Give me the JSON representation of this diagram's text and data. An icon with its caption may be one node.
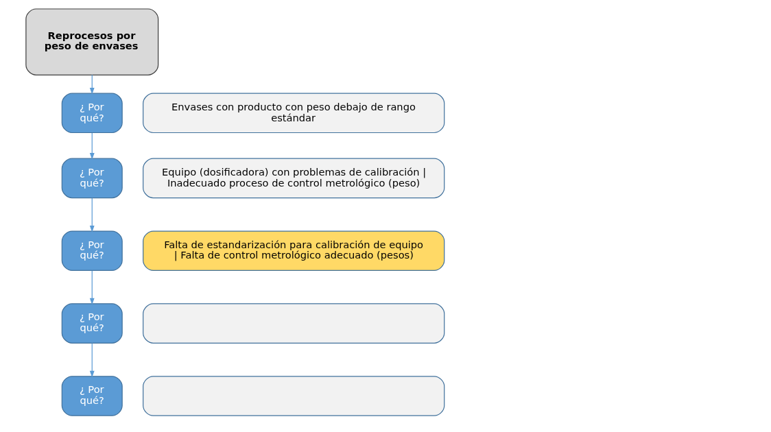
{
  "diagram": {
    "nodes": [
      {
        "text": [
          "Reprocesos por peso de envases"
        ]
      },
      {
        "text": [
          "¿ Por qué?"
        ]
      },
      {
        "text": [
          "Envases con producto con peso debajo de rango estándar"
        ]
      },
      {
        "text": [
          "¿ Por qué?"
        ]
      },
      {
        "text": [
          "Equipo (dosificadora) con problemas de calibración | Inadecuado proceso de control metrológico (peso)"
        ]
      },
      {
        "text": [
          "¿ Por qué?"
        ]
      },
      {
        "text": [
          "Falta de estandarización para calibración de equipo | Falta de control metrológico adecuado (pesos)"
        ]
      },
      {
        "text": [
          "¿ Por qué?"
        ]
      },
      {
        "text": [],
        "shape": "box"
      },
      {
        "text": [
          "¿ Por qué?"
        ]
      },
      {
        "text": [],
        "shape": "box"
      }
    ],
    "edges": [
      {
        "from": 0,
        "to": 1,
        "arrow": "to"
      },
      {
        "from": 1,
        "to": 3,
        "arrow": "to"
      },
      {
        "from": 3,
        "to": 5,
        "arrow": "to"
      },
      {
        "from": 5,
        "to": 7,
        "arrow": "to"
      },
      {
        "from": 7,
        "to": 9,
        "arrow": "to"
      }
    ]
  }
}
